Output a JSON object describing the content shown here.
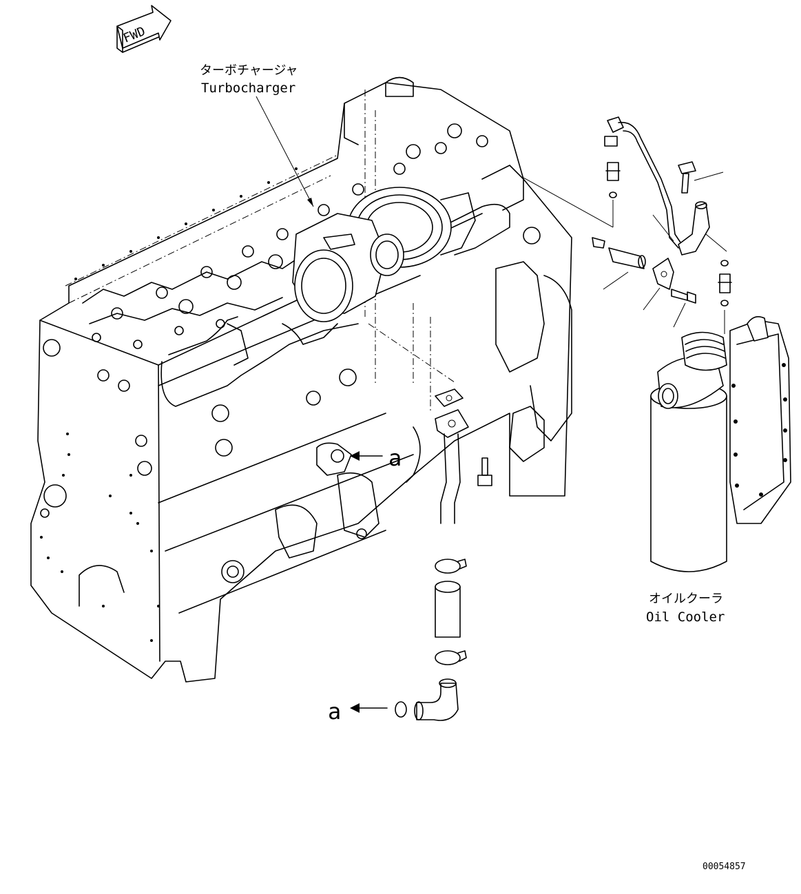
{
  "fwd_label": "FWD",
  "labels": {
    "turbocharger_jp": "ターボチャージャ",
    "turbocharger_en": "Turbocharger",
    "oil_cooler_jp": "オイルクーラ",
    "oil_cooler_en": "Oil Cooler",
    "ref_a_upper": "a",
    "ref_a_lower": "a"
  },
  "drawing_number": "00054857"
}
